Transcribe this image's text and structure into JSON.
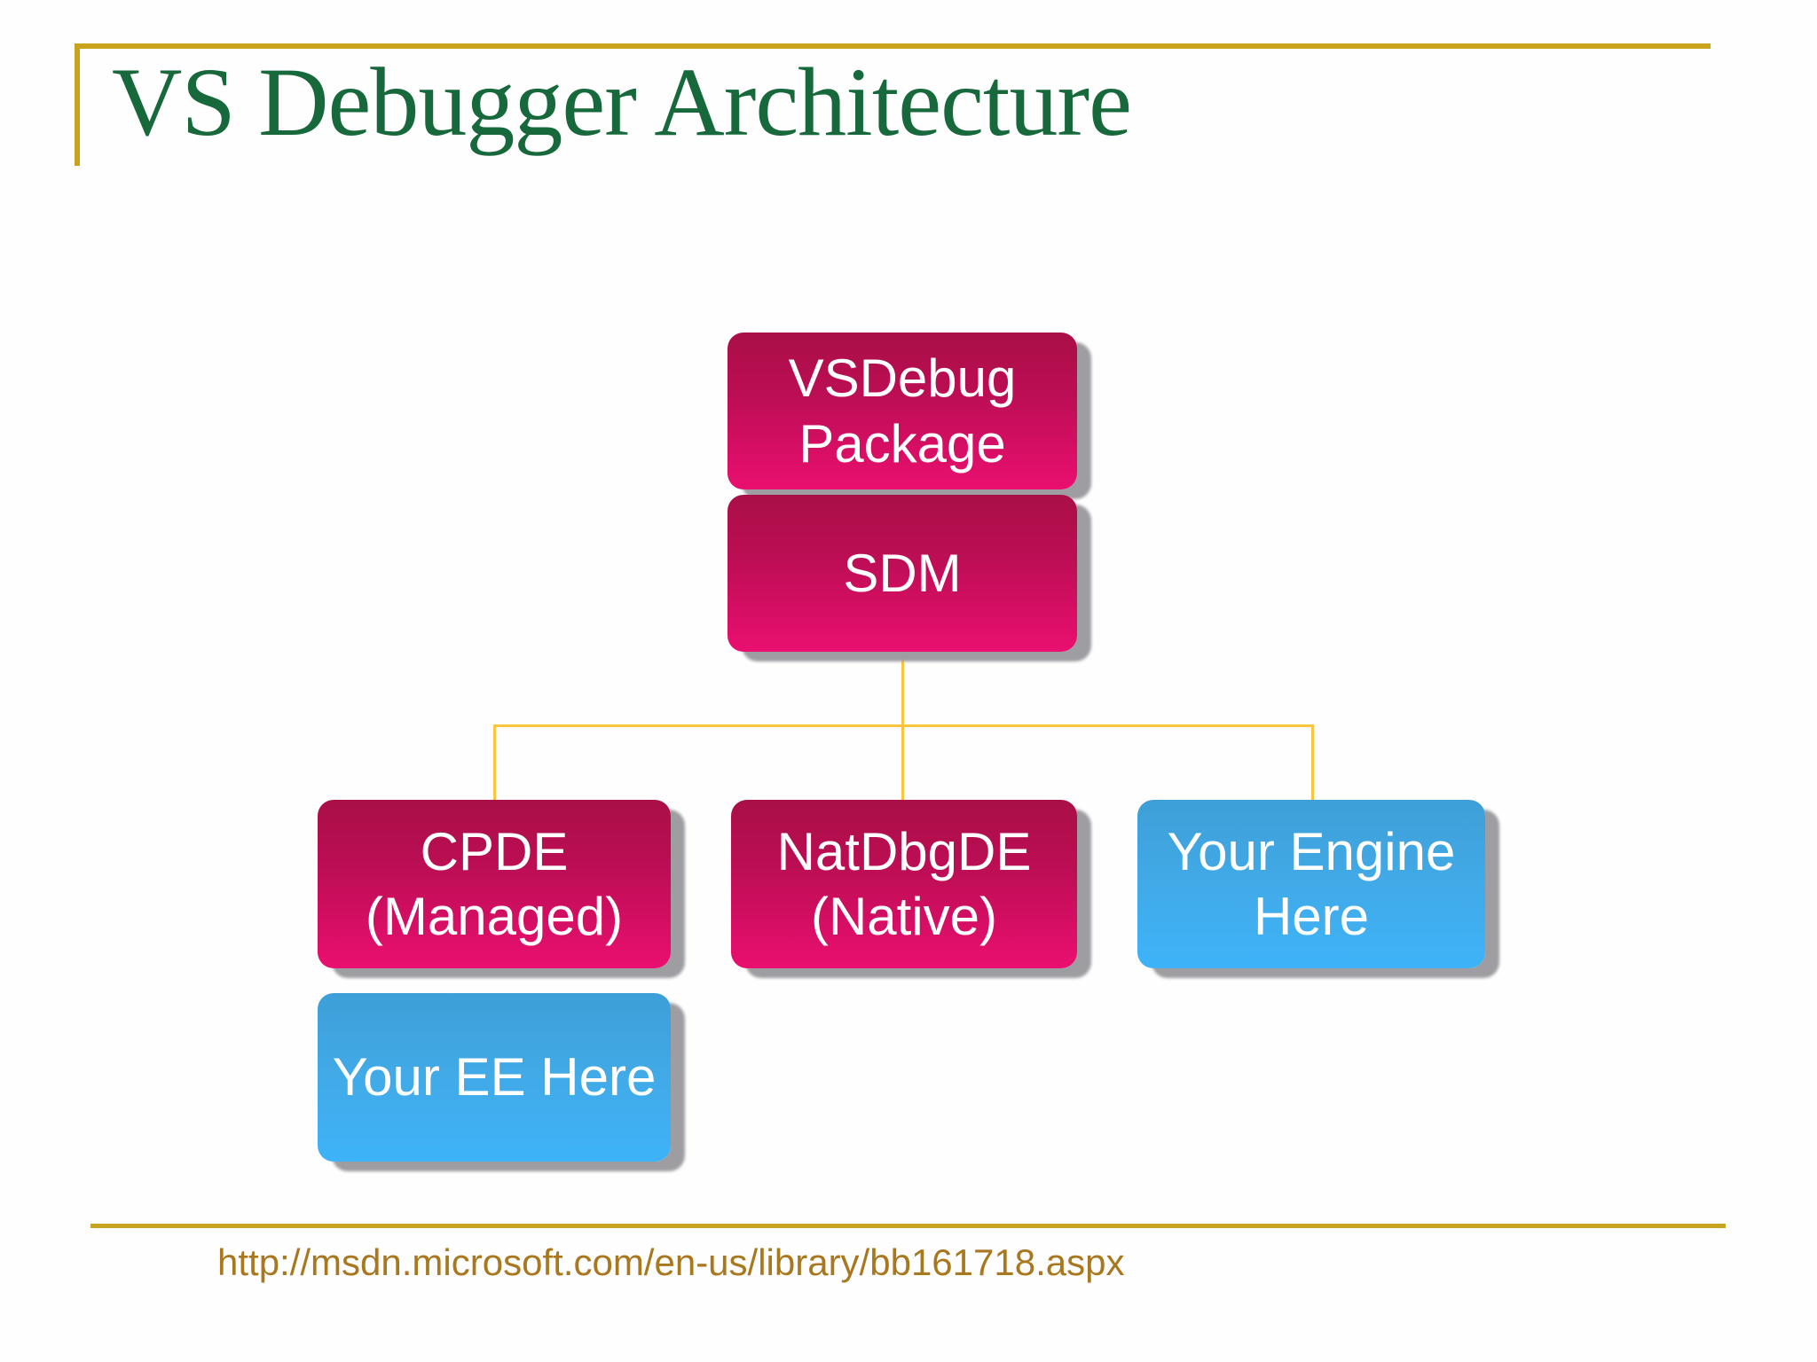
{
  "title": "VS Debugger Architecture",
  "diagram": {
    "nodes": {
      "vsdebug": {
        "line1": "VSDebug",
        "line2": "Package"
      },
      "sdm": {
        "line1": "SDM"
      },
      "cpde": {
        "line1": "CPDE",
        "line2": "(Managed)"
      },
      "natdbgde": {
        "line1": "NatDbgDE",
        "line2": "(Native)"
      },
      "your_engine": {
        "line1": "Your Engine",
        "line2": "Here"
      },
      "your_ee": {
        "line1": "Your EE Here"
      }
    }
  },
  "footer": {
    "url": "http://msdn.microsoft.com/en-us/library/bb161718.aspx"
  },
  "colors": {
    "title_green": "#17693C",
    "gold_line": "#C9A21E",
    "connector_yellow": "#FCC53F",
    "magenta_gradient_top": "#A90F47",
    "magenta_gradient_bottom": "#EA0F70",
    "blue_gradient_top": "#3E9FD7",
    "blue_gradient_bottom": "#3EB3F8",
    "node_text": "#FFFFFF",
    "shadow_gray": "#9E9EA2",
    "background": "#FEFEFE"
  }
}
